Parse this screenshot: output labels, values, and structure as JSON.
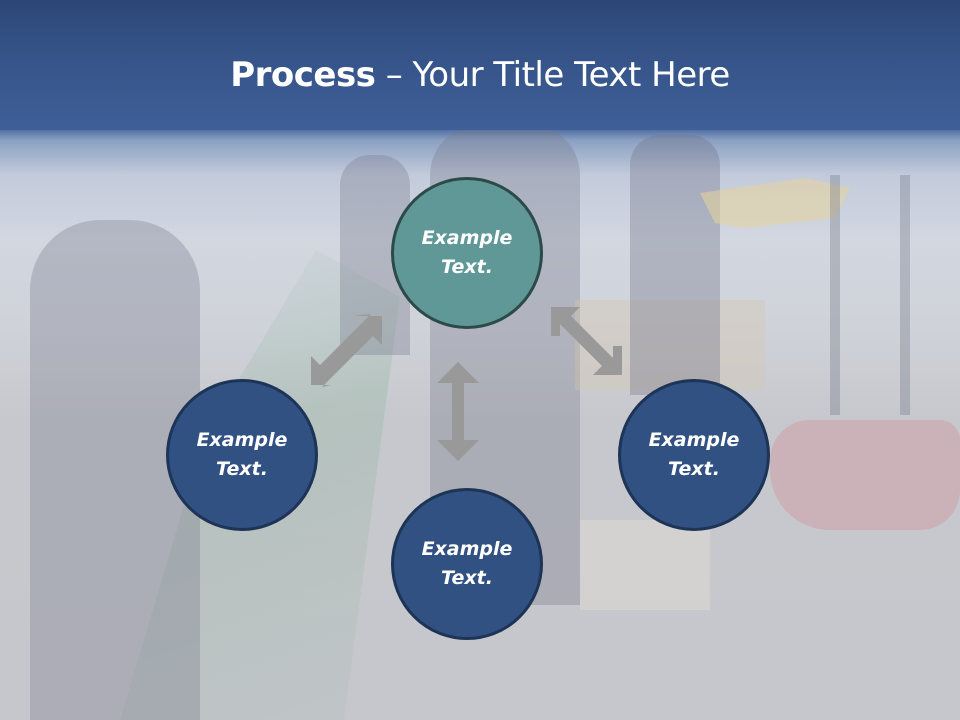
{
  "slide": {
    "title": {
      "bold": "Process",
      "rest": " – Your Title Text Here"
    },
    "colors": {
      "header_top": "#2c4676",
      "header_bottom": "#3e5f98",
      "circle_teal": "#609898",
      "circle_teal_border": "#2d4a4a",
      "circle_navy": "#305181",
      "circle_navy_border": "#1d3457",
      "arrow": "#999999",
      "text": "#ffffff"
    },
    "circles": [
      {
        "id": "top",
        "line1": "Example",
        "line2": "Text."
      },
      {
        "id": "left",
        "line1": "Example",
        "line2": "Text."
      },
      {
        "id": "right",
        "line1": "Example",
        "line2": "Text."
      },
      {
        "id": "bottom",
        "line1": "Example",
        "line2": "Text."
      }
    ],
    "arrows": [
      {
        "id": "top-left",
        "type": "double-headed-diagonal"
      },
      {
        "id": "top-right",
        "type": "double-headed-diagonal"
      },
      {
        "id": "center-vertical",
        "type": "double-headed-vertical"
      }
    ]
  }
}
